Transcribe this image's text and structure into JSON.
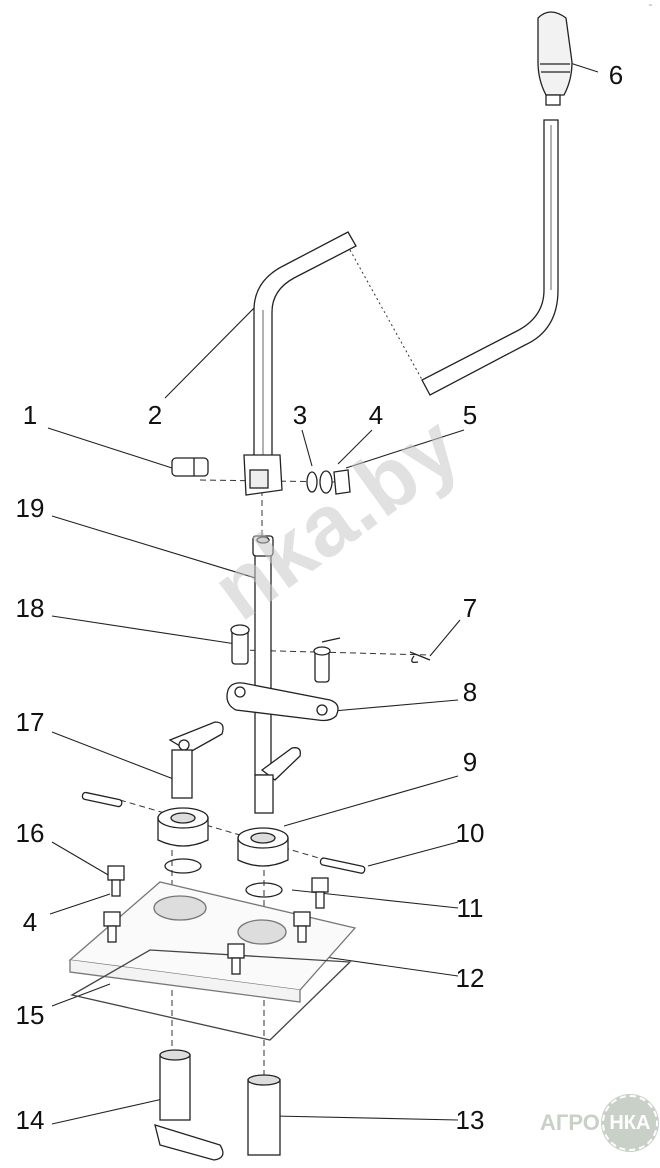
{
  "diagram": {
    "title": "Gear shift lever assembly exploded view",
    "labels": [
      "1",
      "2",
      "3",
      "4",
      "5",
      "6",
      "19",
      "18",
      "7",
      "8",
      "17",
      "9",
      "16",
      "10",
      "4",
      "11",
      "12",
      "15",
      "14",
      "13"
    ]
  },
  "watermark": "nka.by",
  "logo": {
    "left": "АГРО",
    "right": "НКА"
  },
  "corner_mark": "™"
}
